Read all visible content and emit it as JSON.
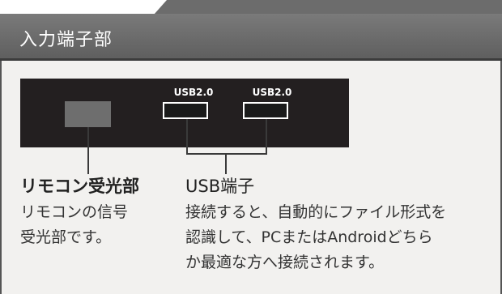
{
  "header": {
    "title": "入力端子部"
  },
  "device": {
    "ports": [
      {
        "label": "USB2.0"
      },
      {
        "label": "USB2.0"
      }
    ]
  },
  "callouts": {
    "remote": {
      "title": "リモコン受光部",
      "desc_lines": [
        "リモコンの信号",
        "受光部です。"
      ]
    },
    "usb": {
      "title": "USB端子",
      "desc_lines": [
        "接続すると、自動的にファイル形式を",
        "認識して、PCまたはAndroidどちら",
        "か最適な方へ接続されます。"
      ]
    }
  },
  "colors": {
    "header_bg": "#6c6c6c",
    "panel_bg": "#f2f1ef",
    "device_bg": "#231f20"
  }
}
